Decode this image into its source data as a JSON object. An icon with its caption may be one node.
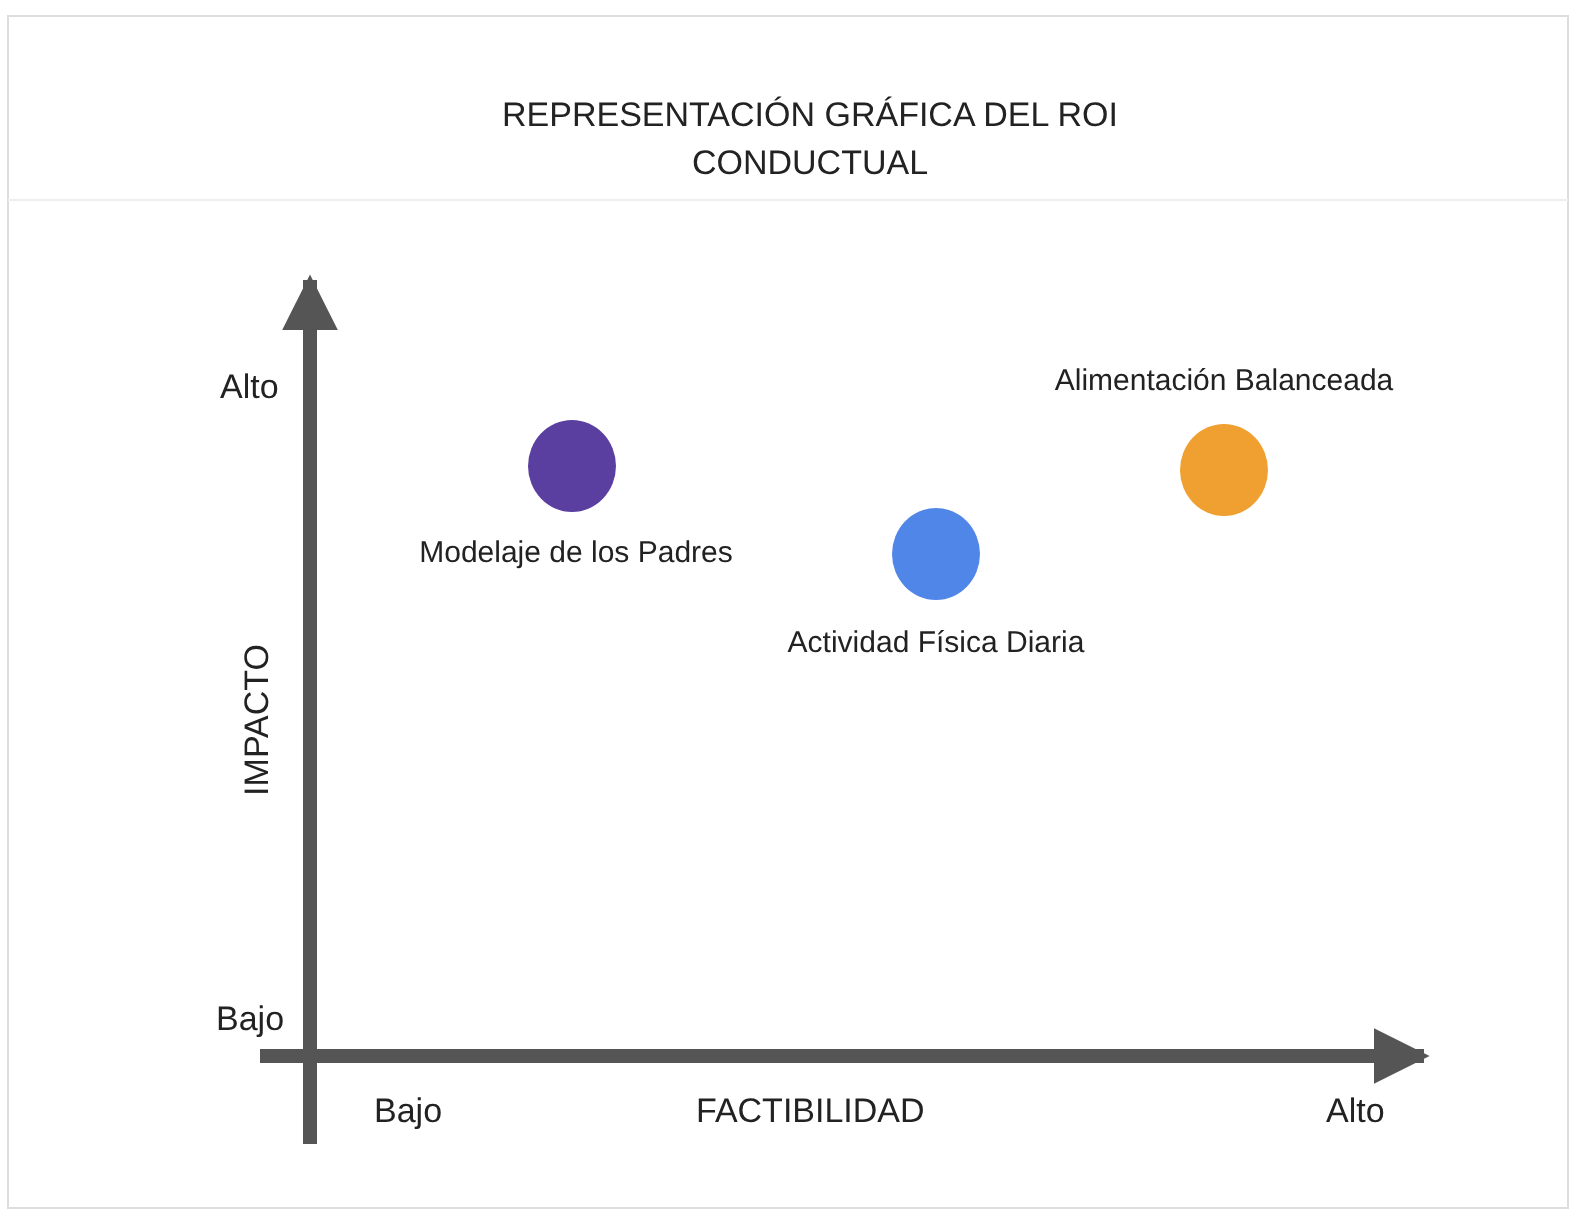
{
  "diagram": {
    "title": "REPRESENTACIÓN GRÁFICA DEL ROI CONDUCTUAL",
    "nodes": [
      {
        "text": [],
        "shape": "circle",
        "beside": [
          "Modelaje de los Padres"
        ]
      },
      {
        "text": [],
        "shape": "circle",
        "beside": [
          "Actividad Física Diaria"
        ]
      },
      {
        "text": [],
        "shape": "circle",
        "beside": [
          "Alimentación Balanceada"
        ]
      }
    ],
    "edges": [],
    "labels": [
      "Alto",
      "IMPACTO",
      "Bajo",
      "Bajo",
      "FACTIBILIDAD",
      "Alto"
    ]
  }
}
